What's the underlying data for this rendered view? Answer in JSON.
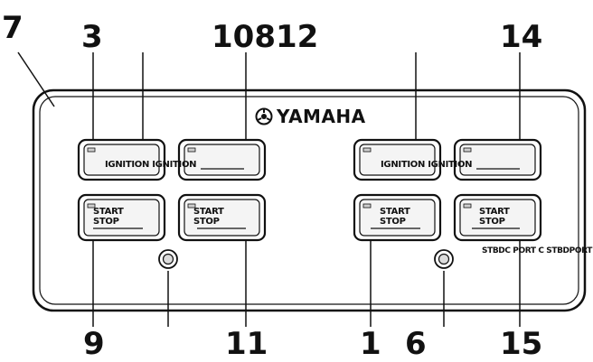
{
  "brand": {
    "name": "YAMAHA",
    "logo_icon": "yamaha-tuning-fork-logo"
  },
  "callouts": {
    "c7": "7",
    "c3": "3",
    "c10812": "10812",
    "c14": "14",
    "c9": "9",
    "c11": "11",
    "c1": "1",
    "c6": "6",
    "c15": "15"
  },
  "buttons": {
    "left_ignition_label": "IGNITION IGNITION",
    "right_ignition_label": "IGNITION IGNITION",
    "start_stop_1_line1": "START",
    "start_stop_1_line2": "STOP",
    "start_stop_2_line1": "START",
    "start_stop_2_line2": "STOP",
    "start_stop_3_line1": "START",
    "start_stop_3_line2": "STOP",
    "start_stop_4_line1": "START",
    "start_stop_4_line2": "STOP"
  },
  "side_labels": "STBDC PORT C STBDPORT",
  "colors": {
    "stroke": "#111111",
    "panel_fill": "#ffffff",
    "button_fill": "#f4f4f4",
    "lamp_fill": "#cfcfcf"
  }
}
